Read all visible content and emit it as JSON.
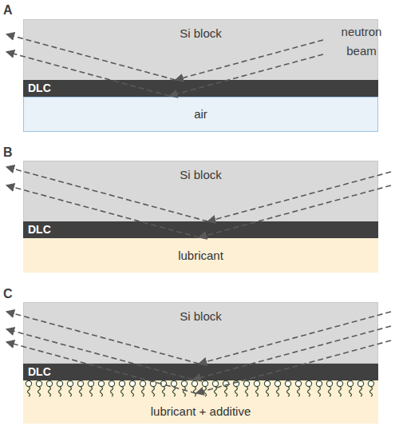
{
  "diagram": {
    "nodes": [
      {
        "text": [
          "Si block"
        ]
      },
      {
        "text": [
          "DLC"
        ]
      },
      {
        "text": [
          "air"
        ]
      },
      {
        "text": [
          "Si block"
        ]
      },
      {
        "text": [
          "DLC"
        ]
      },
      {
        "text": [
          "lubricant"
        ]
      },
      {
        "text": [
          "Si block"
        ]
      },
      {
        "text": [
          "DLC"
        ]
      },
      {
        "text": [
          "lubricant + additive"
        ]
      }
    ],
    "labels": [
      "A",
      "neutron beam",
      "B",
      "C"
    ]
  }
}
